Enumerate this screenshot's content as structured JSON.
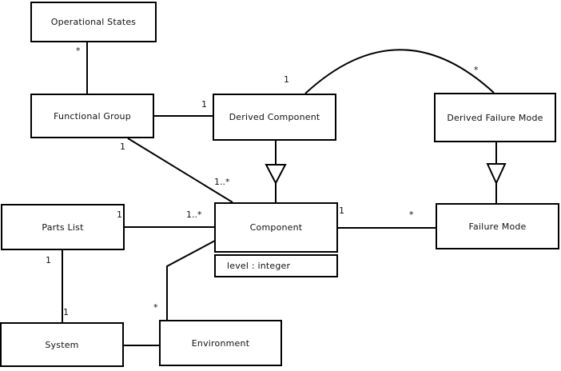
{
  "diagram": {
    "type": "uml-class-diagram",
    "classes": {
      "operational_states": {
        "name": "Operational States"
      },
      "functional_group": {
        "name": "Functional Group"
      },
      "derived_component": {
        "name": "Derived Component"
      },
      "derived_failure_mode": {
        "name": "Derived Failure Mode"
      },
      "parts_list": {
        "name": "Parts List"
      },
      "component": {
        "name": "Component",
        "attribute": "level : integer"
      },
      "failure_mode": {
        "name": "Failure Mode"
      },
      "system": {
        "name": "System"
      },
      "environment": {
        "name": "Environment"
      }
    },
    "multiplicities": {
      "operational_states_end": "*",
      "functional_group_to_derived_component": "1",
      "derived_component_curve_end": "1",
      "derived_failure_mode_curve_end": "*",
      "functional_group_to_component_src": "1",
      "functional_group_to_component_tgt": "1..*",
      "parts_list_to_component_src": "1",
      "parts_list_to_component_tgt": "1..*",
      "component_to_failure_mode_src": "1",
      "component_to_failure_mode_tgt": "*",
      "parts_list_to_system_src": "1",
      "parts_list_to_system_tgt": "1",
      "environment_to_component_src": "*"
    },
    "colors": {
      "background": "#ffffff",
      "line": "#000000",
      "box_fill": "#ffffff",
      "text": "#111111"
    }
  }
}
